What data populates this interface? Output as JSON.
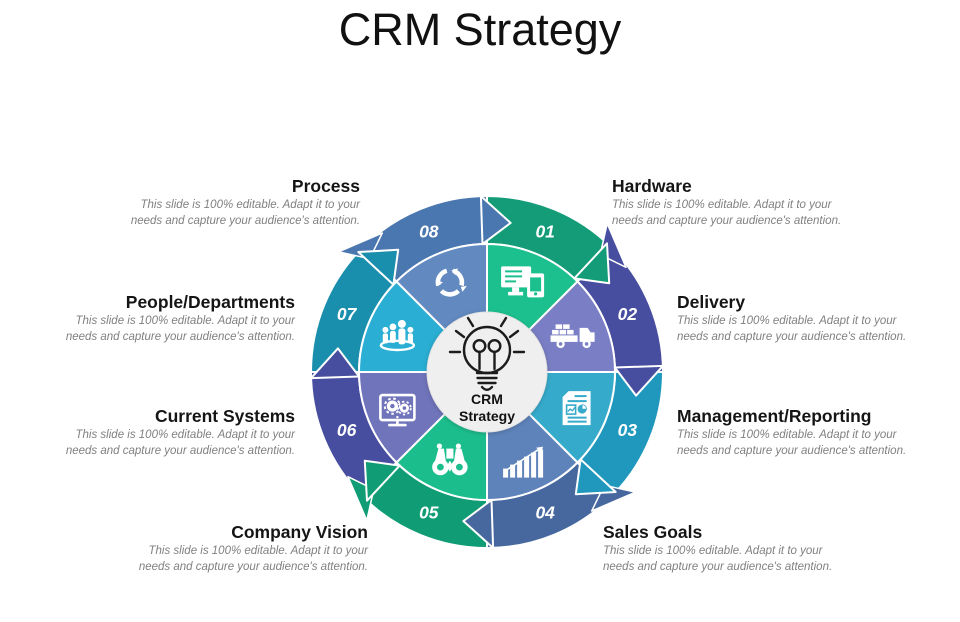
{
  "slide": {
    "title": "CRM Strategy"
  },
  "center": {
    "icon": "lightbulb-icon",
    "line1": "CRM",
    "line2": "Strategy",
    "bg_color": "#efefef"
  },
  "wheel": {
    "segments": [
      {
        "number": "01",
        "label": "Hardware",
        "icon": "monitor-tablet-icon",
        "outer": "#139c77",
        "inner": "#1cc08e"
      },
      {
        "number": "02",
        "label": "Delivery",
        "icon": "delivery-truck-icon",
        "outer": "#474d9f",
        "inner": "#7a7ec4"
      },
      {
        "number": "03",
        "label": "Management/Reporting",
        "icon": "report-document-icon",
        "outer": "#2097bd",
        "inner": "#36aacb"
      },
      {
        "number": "04",
        "label": "Sales Goals",
        "icon": "growth-chart-icon",
        "outer": "#47689f",
        "inner": "#5e83ba"
      },
      {
        "number": "05",
        "label": "Company Vision",
        "icon": "binoculars-icon",
        "outer": "#109c74",
        "inner": "#1cbd8c"
      },
      {
        "number": "06",
        "label": "Current Systems",
        "icon": "system-gears-icon",
        "outer": "#474d9f",
        "inner": "#7074ba"
      },
      {
        "number": "07",
        "label": "People/Departments",
        "icon": "people-group-icon",
        "outer": "#1a8fad",
        "inner": "#2aaed3"
      },
      {
        "number": "08",
        "label": "Process",
        "icon": "cycle-arrows-icon",
        "outer": "#4a77af",
        "inner": "#6289c0"
      }
    ]
  },
  "callouts": [
    {
      "heading": "Process",
      "body": "This slide is 100% editable. Adapt it to your needs and capture your audience's attention."
    },
    {
      "heading": "Hardware",
      "body": "This slide is 100% editable. Adapt it to your needs and capture your audience's attention."
    },
    {
      "heading": "People/Departments",
      "body": "This slide is 100% editable. Adapt it to your needs and capture your audience's attention."
    },
    {
      "heading": "Delivery",
      "body": "This slide is 100% editable. Adapt it to your needs and capture your audience's attention."
    },
    {
      "heading": "Current Systems",
      "body": "This slide is 100% editable. Adapt it to your needs and capture your audience's attention."
    },
    {
      "heading": "Management/Reporting",
      "body": "This slide is 100% editable. Adapt it to your needs and capture your audience's attention."
    },
    {
      "heading": "Company Vision",
      "body": "This slide is 100% editable. Adapt it to your needs and capture your audience's attention."
    },
    {
      "heading": "Sales Goals",
      "body": "This slide is 100% editable. Adapt it to your needs and capture your audience's attention."
    }
  ]
}
